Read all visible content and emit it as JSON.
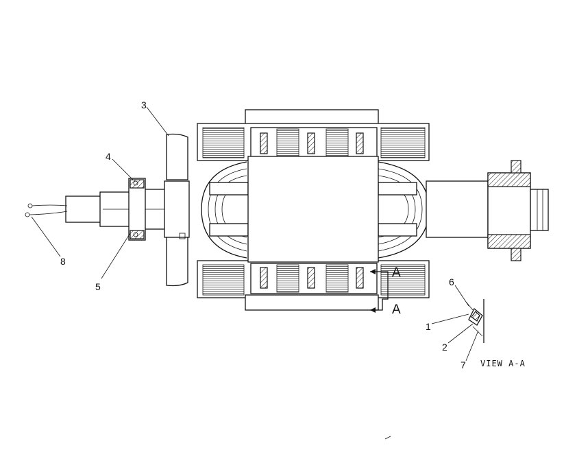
{
  "callouts": {
    "c1": "1",
    "c2": "2",
    "c3": "3",
    "c4": "4",
    "c5": "5",
    "c6": "6",
    "c7": "7",
    "c8": "8"
  },
  "section_marker": {
    "upper": "A",
    "lower": "A"
  },
  "detail_view_label": "VIEW A-A"
}
